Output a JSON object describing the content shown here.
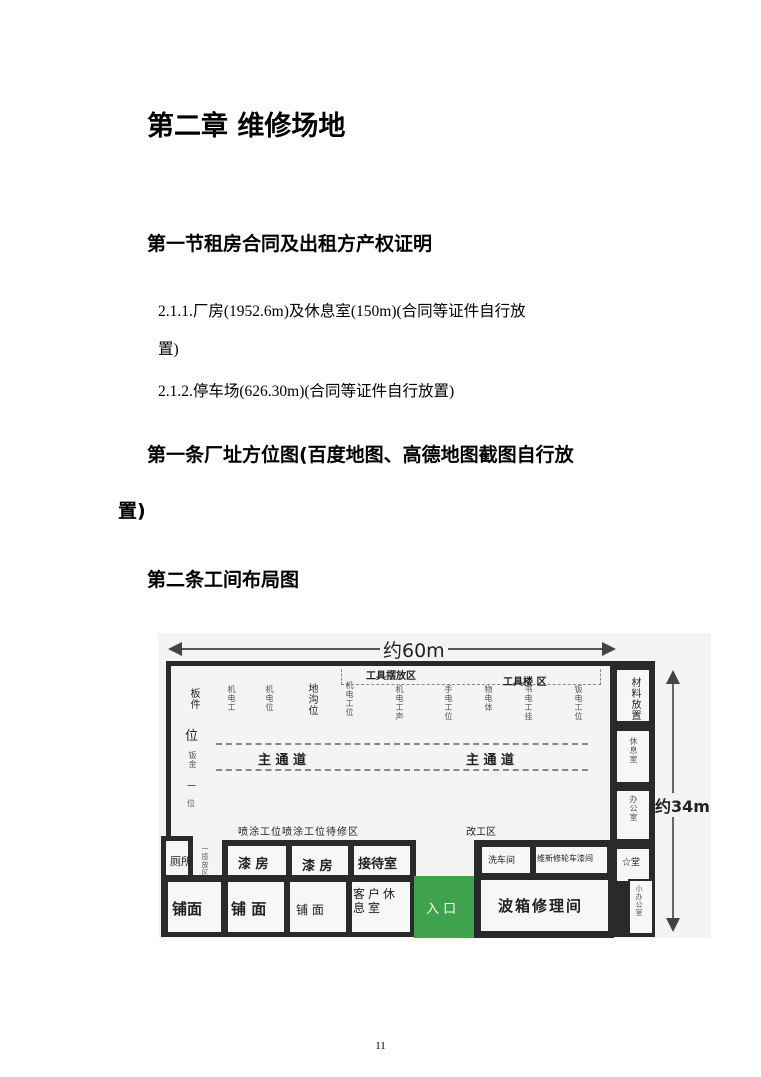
{
  "chapter_title": "第二章  维修场地",
  "section_title": "第一节租房合同及出租方产权证明",
  "items": [
    "2.1.1.厂房(1952.6m)及休息室(150m)(合同等证件自行放",
    "置)",
    "2.1.2.停车场(626.30m)(合同等证件自行放置)"
  ],
  "article1": [
    "第一条厂址方位图(百度地图、高德地图截图自行放",
    "置)"
  ],
  "article2": "第二条工间布局图",
  "page_number": "11",
  "plan": {
    "width_label": "约60m",
    "height_label": "约34m",
    "tool_area": "工具摆放区",
    "tool_area2": "工具楼  区",
    "top_stations": [
      "板件",
      "机电工",
      "机电位",
      "地沟位",
      "机电工位",
      "机电工声",
      "手电工位",
      "物电体",
      "书电工挂",
      "钣电工位"
    ],
    "left_labels": [
      "位",
      "钣金",
      "一",
      "位"
    ],
    "corridor": "主  通  道",
    "spray_area": "喷涂工位喷涂工位待修区",
    "work_area": "改工区",
    "right_rooms": [
      "材料放置",
      "休息室",
      "办公室",
      "小办公室",
      "☆堂"
    ],
    "toilet": "厕所",
    "storage": "一揽放区",
    "paint_room": "漆 房",
    "reception": "接待室",
    "shop": "铺面",
    "shop2": "铺  面",
    "guest_room": "客户休息室",
    "entrance": "入  口",
    "car_wash": "洗车间",
    "repair_paint": "维新修轮车漆间",
    "gearbox": "波箱修理间"
  },
  "colors": {
    "wall": "#2a2a2a",
    "entrance": "#3fa34d"
  }
}
